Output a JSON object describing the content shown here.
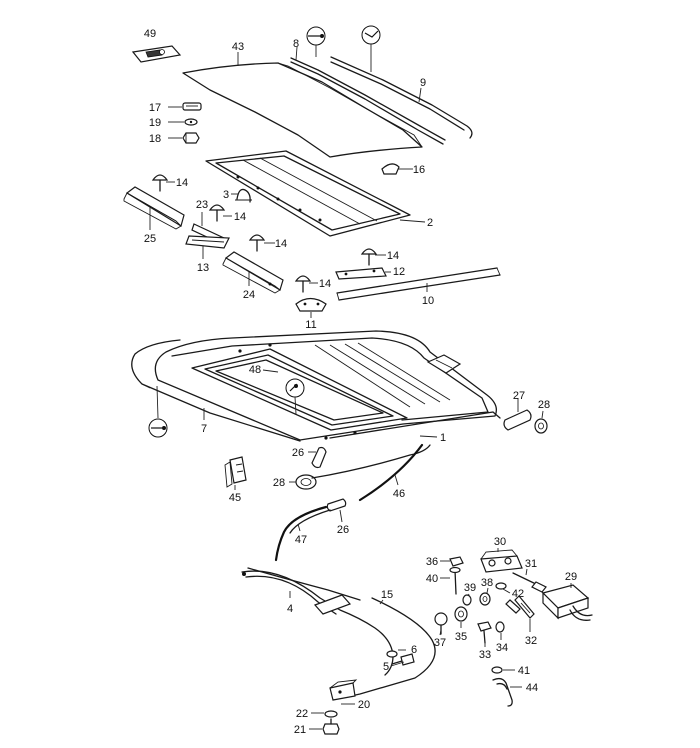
{
  "diagram": {
    "callouts": [
      "1",
      "2",
      "3",
      "4",
      "5",
      "6",
      "7",
      "8",
      "9",
      "10",
      "11",
      "12",
      "13",
      "14",
      "15",
      "16",
      "17",
      "18",
      "19",
      "20",
      "21",
      "22",
      "23",
      "24",
      "25",
      "26",
      "27",
      "28",
      "29",
      "30",
      "31",
      "32",
      "33",
      "34",
      "35",
      "36",
      "37",
      "38",
      "39",
      "40",
      "41",
      "42",
      "43",
      "44",
      "45",
      "46",
      "47",
      "48",
      "49"
    ],
    "marker_icons": [
      "circle-dot-icon",
      "circle-tick-icon"
    ]
  }
}
